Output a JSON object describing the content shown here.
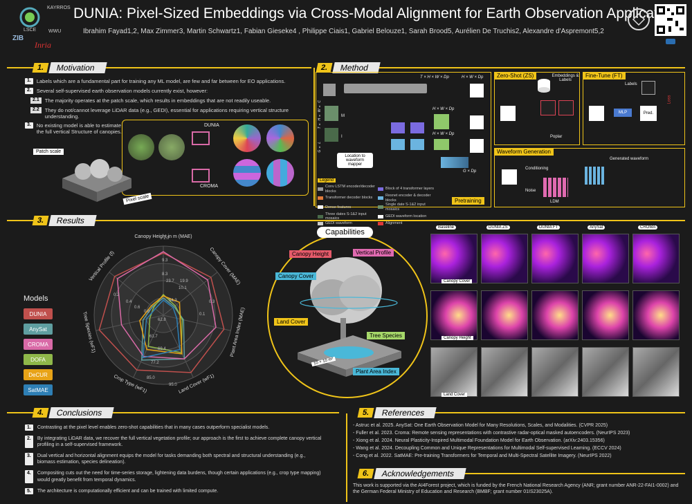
{
  "header": {
    "title": "DUNIA: Pixel-Sized Embeddings via Cross-Modal Alignment for Earth Observation Applications",
    "authors": "Ibrahim Fayad1,2, Max Zimmer3, Martin Schwartz1, Fabian Gieseke4 , Philippe Ciais1, Gabriel Belouze1, Sarah Brood5, Aurélien De Truchis2, Alexandre d'Aspremont5,2",
    "logos": [
      "LSCE",
      "KAYRROS",
      "ZIB",
      "WWU",
      "Inria"
    ]
  },
  "motivation": {
    "num": "1.",
    "title": "Motivation",
    "items": [
      {
        "n": "1.",
        "text": "Labels which are a fundamental part for training any ML model, are few and far between for EO applications."
      },
      {
        "n": "2.",
        "text": "Several self-supervised earth observation models currently exist, however:"
      },
      {
        "n": "2.1",
        "text": "The majority operates at the patch scale, which results in embeddings that are not readily useable."
      },
      {
        "n": "2.2",
        "text": "They do not/cannot leverage LiDAR data (e.g., GEDI), essential for applications requiring vertical structure understanding."
      },
      {
        "n": "3.",
        "text": "No existing model is able to estimate the full vertical Structure of canopies."
      }
    ],
    "patch_label": "Patch scale",
    "pixel_label": "Pixel scale",
    "dunia": "DUNIA",
    "croma": "CROMA"
  },
  "method": {
    "num": "2.",
    "title": "Method",
    "dims_top": "T × H × W × Dp",
    "dims_top2": "H × W × Dp",
    "dims_mid": "H × W × Dp",
    "dims_low": "H × W × Dp",
    "dims_left1": "T × H × W × C",
    "dims_left2": "G × L",
    "dims_right": "G × Dp",
    "m_label": "M",
    "i_label": "I",
    "loc_box": "Location to waveform mapper",
    "legend_title": "Legend",
    "legend": [
      {
        "label": "Conv LSTM encoder/decoder blocks",
        "color": "#9a9a9a"
      },
      {
        "label": "Block of 4 transformer layers",
        "color": "#7b6be0"
      },
      {
        "label": "Transformer decoder blocks",
        "color": "#e07b3a"
      },
      {
        "label": "Resnet encoder & decoder blocks",
        "color": "#6bb4e0"
      },
      {
        "label": "Dense features",
        "color": "#ffffff"
      },
      {
        "label": "Single date S-1&2 input mosaics",
        "color": "#6b8f6b"
      },
      {
        "label": "Three dates S-1&2 input mosaics",
        "color": "#4a6a4a"
      },
      {
        "label": "GEDI waveform location",
        "color": "#ffffff"
      },
      {
        "label": "GEDI waveform",
        "color": "#cccccc"
      },
      {
        "label": "Alignment",
        "color": "#e03a3a"
      }
    ],
    "pretraining": "Pretraining",
    "zs_title": "Zero-Shot (ZS)",
    "zs_emb": "Embeddings & Labels",
    "zs_poplar": "Poplar",
    "ft_title": "Fine-Tune (FT)",
    "ft_labels": "Labels",
    "ft_mlp": "MLP",
    "ft_pred": "Pred.",
    "ft_loss": "Loss",
    "wg_title": "Waveform Generation",
    "wg_cond": "Conditioning",
    "wg_noise": "Noise",
    "wg_ldm": "LDM",
    "wg_gen": "Generated waveform"
  },
  "results": {
    "num": "3.",
    "title": "Results",
    "models_title": "Models",
    "models": [
      {
        "name": "DUNIA",
        "color": "#c0504d"
      },
      {
        "name": "AnySat",
        "color": "#5f9ea0"
      },
      {
        "name": "CROMA",
        "color": "#d96aa7"
      },
      {
        "name": "DOFA",
        "color": "#8fb84a"
      },
      {
        "name": "DeCUR",
        "color": "#e8a317"
      },
      {
        "name": "SatMAE",
        "color": "#2e7fb5"
      }
    ],
    "radar_axes": [
      "Canopy Height in m (MAE)",
      "Canopy Cover (MAE)",
      "Plant Area Index (MAE)",
      "Land Cover (wF1)",
      "Crop Type (wF1)",
      "Tree Species (wF1)",
      "Vertical Profile (f)"
    ],
    "radar_ticks": [
      "1.0",
      "9.3",
      "23.7",
      "54.3",
      "62.8",
      "61.7",
      "69.4",
      "77.2",
      "85.0",
      "95.0",
      "0.2",
      "0.4",
      "0.6",
      "0.8",
      "8.3",
      "10.1",
      "19.9",
      "0.3",
      "0.1"
    ],
    "capabilities_title": "Capabilities",
    "capabilities": [
      "Canopy Height",
      "Vertical Profile",
      "Canopy Cover",
      "Land Cover",
      "Tree Species",
      "Plant Area Index"
    ],
    "area_label": "10 × 10 m²",
    "map_cols": [
      "Baseline",
      "DUNIA ZS",
      "DUNIA FT",
      "AnySat",
      "CROMA"
    ],
    "map_rows": [
      "Canopy Cover",
      "Canopy Height",
      "Land Cover"
    ]
  },
  "conclusions": {
    "num": "4.",
    "title": "Conclusions",
    "items": [
      {
        "n": "1.",
        "text": "Contrasting at the pixel level enables zero-shot capabilities that in many cases outperform specialist models."
      },
      {
        "n": "2.",
        "text": "By integrating LiDAR data, we recover the full vertical vegetation profile; our approach is the first to achieve complete canopy vertical profiling in a self-supervised framework."
      },
      {
        "n": "3.",
        "text": "Dual vertical and horizontal alignment equips the model for tasks demanding both spectral and structural understanding (e.g., biomass estimation, species delineation)."
      },
      {
        "n": "4.",
        "text": "Compositing cuts out the need for time-series storage, lightening data burdens, though certain applications (e.g., crop type mapping) would greatly benefit from temporal dynamics."
      },
      {
        "n": "5.",
        "text": "The architecture is computationally efficient and can be trained with limited compute."
      }
    ]
  },
  "references": {
    "num": "5.",
    "title": "References",
    "items": [
      "- Astruc et al. 2025. AnySat: One Earth Observation Model for Many Resolutions, Scales, and Modalities. (CVPR 2025)",
      "- Fuller et al. 2023. Croma: Remote sensing representations with contrastive radar-optical masked autoencoders. (NeurIPS 2023)",
      "- Xiong et al. 2024. Neural Plasticity-Inspired Multimodal Foundation Model for Earth Observation. (arXiv:2403.15356)",
      "- Wang et al. 2024. Decoupling Common and Unique Representations for Multimodal Self-supervised Learning. (ECCV 2024)",
      "- Cong et al. 2022. SatMAE: Pre-training Transformers for Temporal and Multi-Spectral Satellite Imagery. (NeurIPS 2022)"
    ]
  },
  "ack": {
    "num": "6.",
    "title": "Acknowledgements",
    "text": "This work is supported via the AI4Forest project, which is funded by the French National Research Agency (ANR; grant number ANR-22-FAI1-0002) and the German Federal Ministry of Education and Research (BMBF; grant number 01IS23025A)."
  },
  "colors": {
    "accent": "#f0c419",
    "bg": "#1b1b1b"
  }
}
